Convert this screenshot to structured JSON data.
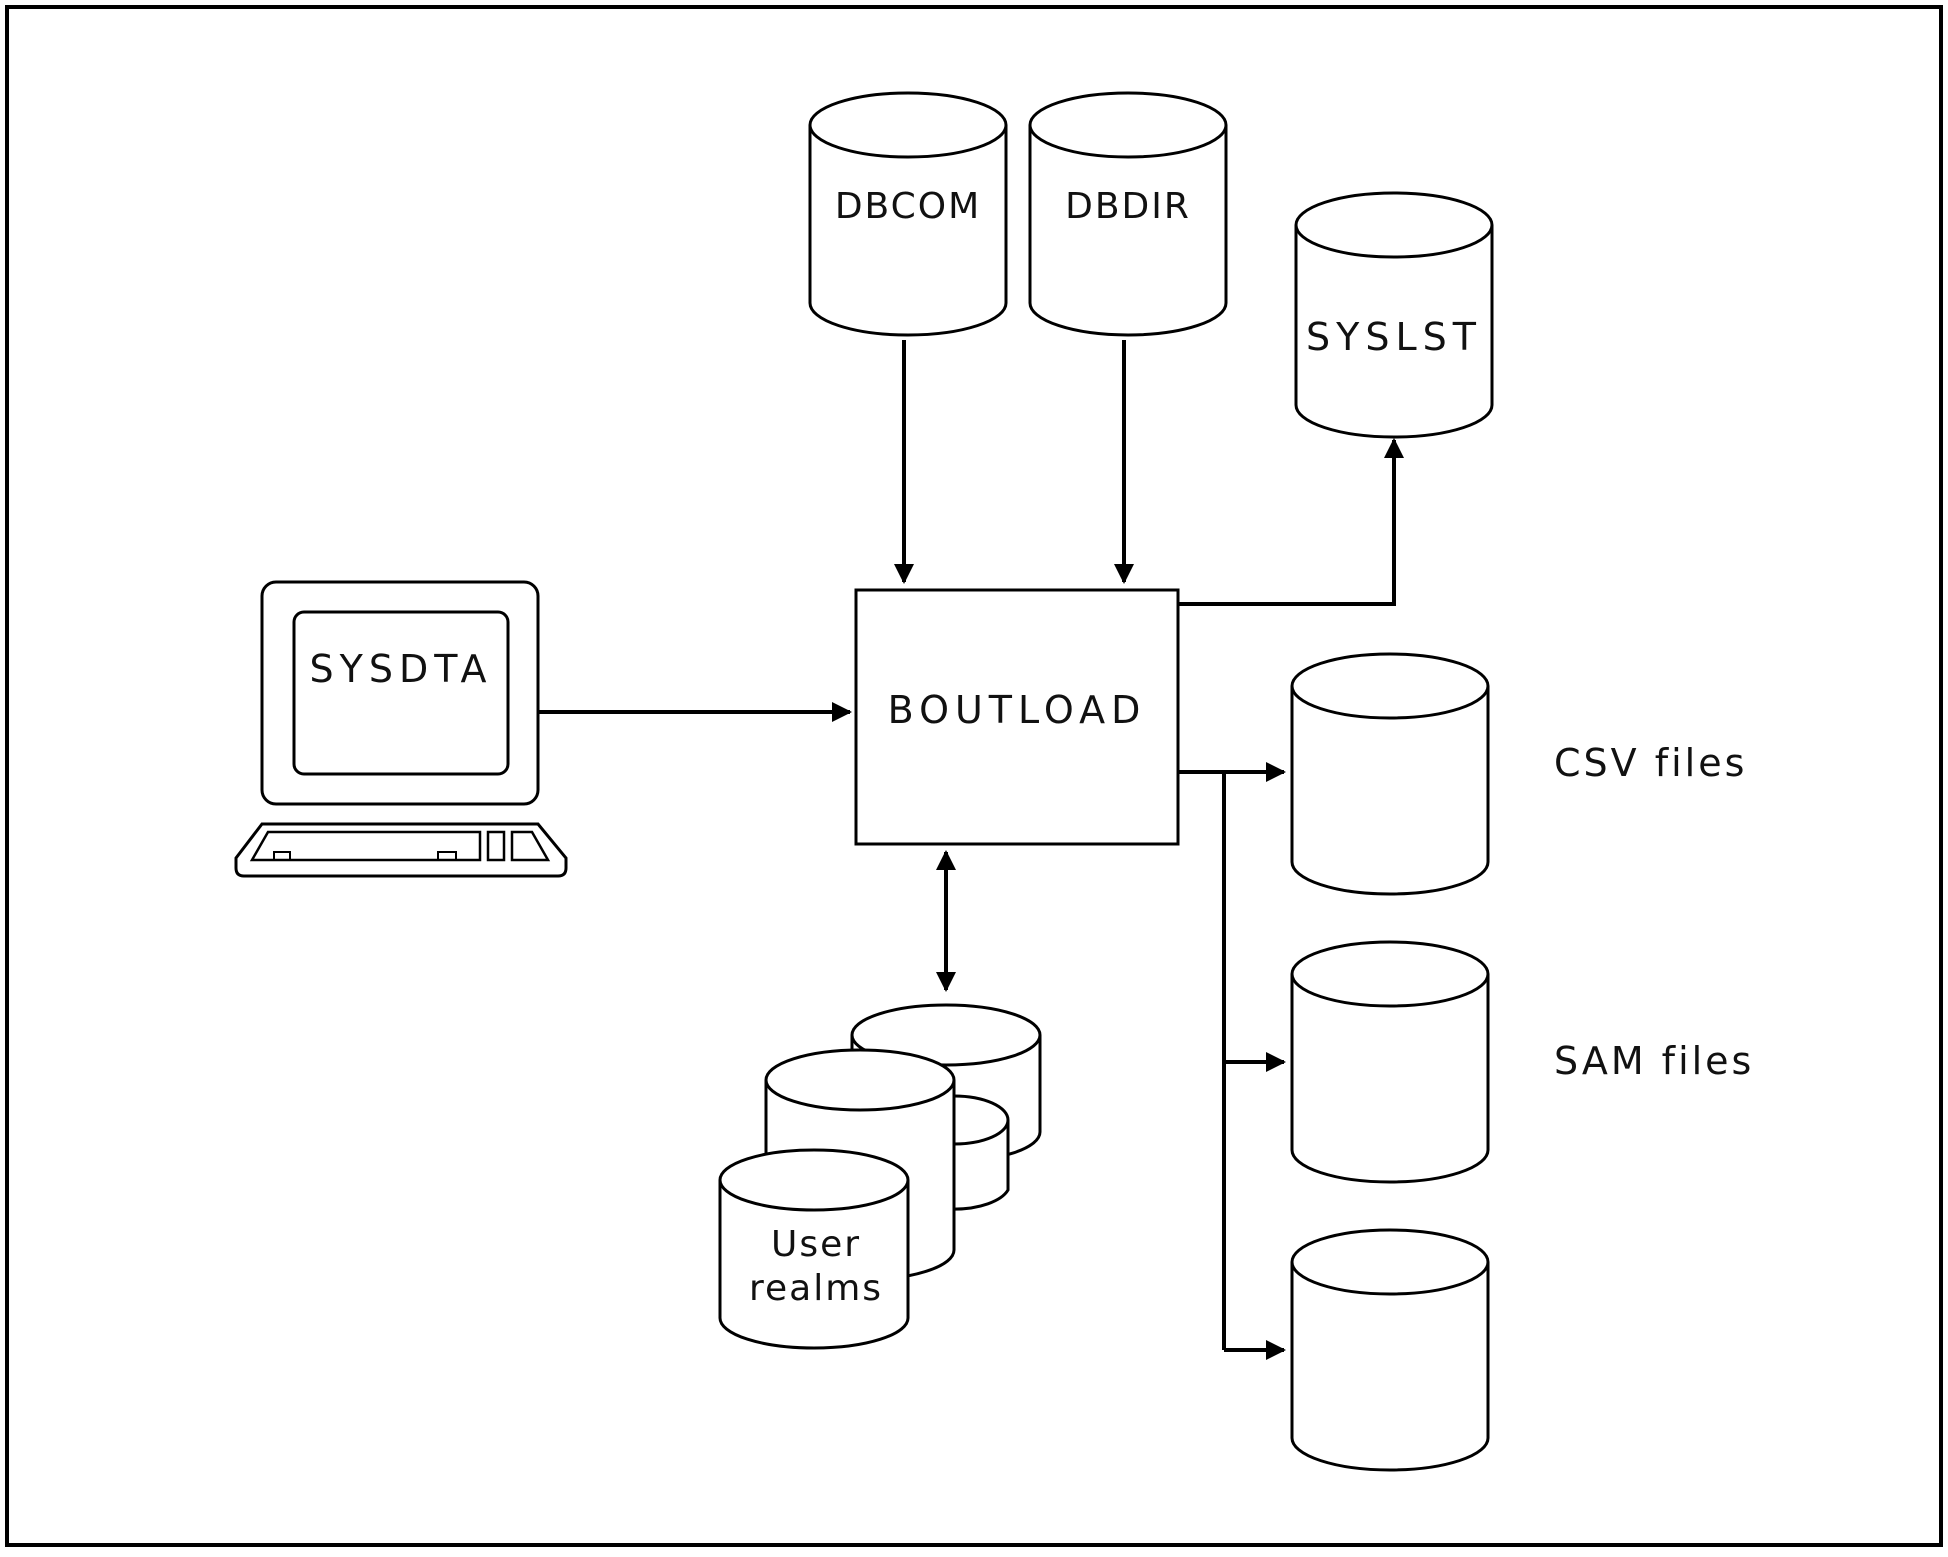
{
  "nodes": {
    "dbcom": "DBCOM",
    "dbdir": "DBDIR",
    "syslst": "SYSLST",
    "sysdta": "SYSDTA",
    "boutload": "BOUTLOAD",
    "user_realms_line1": "User",
    "user_realms_line2": "realms"
  },
  "labels": {
    "csv_files": "CSV files",
    "sam_files": "SAM files"
  }
}
